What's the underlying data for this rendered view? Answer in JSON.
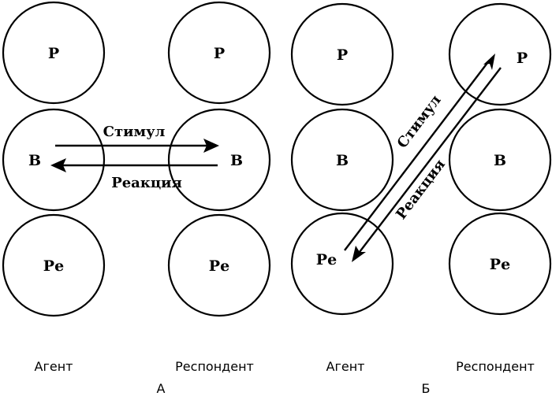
{
  "diagram_a": {
    "agent": {
      "parent": "Р",
      "adult": "В",
      "child": "Ре"
    },
    "respondent": {
      "parent": "Р",
      "adult": "В",
      "child": "Ре"
    },
    "stimulus_label": "Стимул",
    "reaction_label": "Реакция",
    "agent_caption": "Агент",
    "respondent_caption": "Респондент",
    "panel_letter": "А"
  },
  "diagram_b": {
    "agent": {
      "parent": "Р",
      "adult": "В",
      "child": "Ре"
    },
    "respondent": {
      "parent": "Р",
      "adult": "В",
      "child": "Ре"
    },
    "stimulus_label": "Стимул",
    "reaction_label": "Реакция",
    "agent_caption": "Агент",
    "respondent_caption": "Респондент",
    "panel_letter": "Б"
  }
}
